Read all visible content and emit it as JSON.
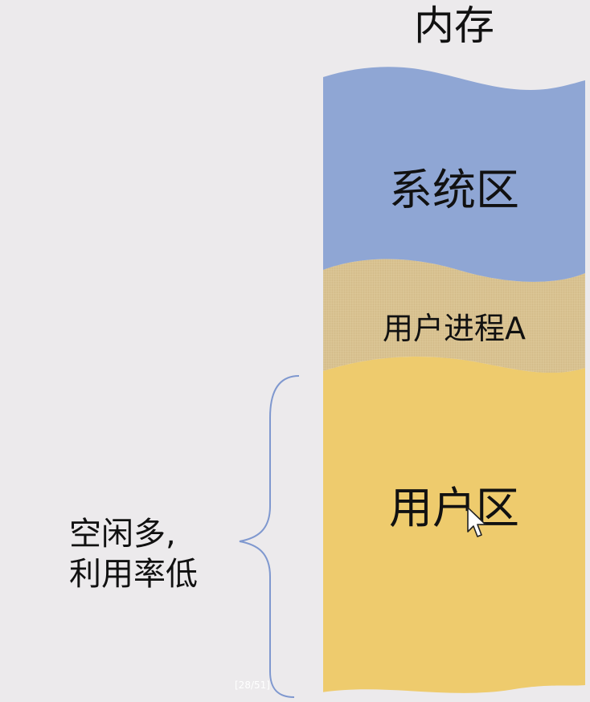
{
  "diagram": {
    "title": "内存",
    "regions": {
      "system": {
        "label": "系统区",
        "color": "#8fa6d4"
      },
      "process_a": {
        "label": "用户进程A",
        "color": "#d8c191"
      },
      "user": {
        "label": "用户区",
        "color": "#eecb6d"
      }
    },
    "note": {
      "line1": "空闲多,",
      "line2": "利用率低"
    },
    "brace_color": "#7f98cf",
    "cursor_icon": "mouse-pointer-icon"
  },
  "footer": {
    "page_indicator": "[28/51]"
  }
}
